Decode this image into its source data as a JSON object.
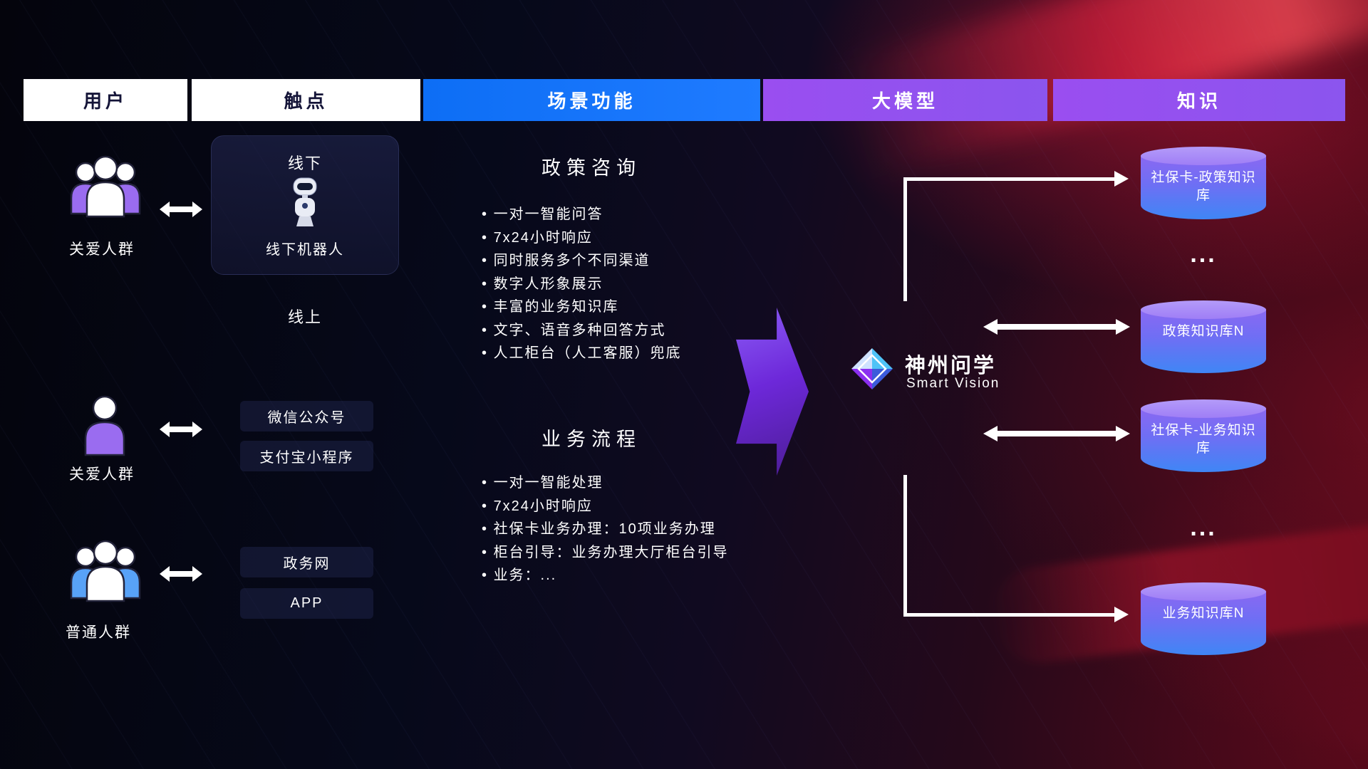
{
  "header": {
    "columns": [
      {
        "label": "用户"
      },
      {
        "label": "触点"
      },
      {
        "label": "场景功能"
      },
      {
        "label": "大模型"
      },
      {
        "label": "知识"
      }
    ]
  },
  "users": [
    {
      "label": "关爱人群"
    },
    {
      "label": "关爱人群"
    },
    {
      "label": "普通人群"
    }
  ],
  "touchpoints": {
    "offline_title": "线下",
    "robot_label": "线下机器人",
    "online_title": "线上",
    "items": [
      "微信公众号",
      "支付宝小程序",
      "政务网",
      "APP"
    ]
  },
  "scenarios": [
    {
      "title": "政策咨询",
      "items": [
        "一对一智能问答",
        "7x24小时响应",
        "同时服务多个不同渠道",
        "数字人形象展示",
        "丰富的业务知识库",
        "文字、语音多种回答方式",
        "人工柜台（人工客服）兜底"
      ]
    },
    {
      "title": "业务流程",
      "items": [
        "一对一智能处理",
        "7x24小时响应",
        "社保卡业务办理：10项业务办理",
        "柜台引导：业务办理大厅柜台引导",
        "业务：..."
      ]
    }
  ],
  "model": {
    "name": "神州问学",
    "subtitle": "Smart Vision"
  },
  "knowledge": {
    "ellipsis": "...",
    "cylinders": [
      {
        "label": "社保卡-政策知识库"
      },
      {
        "label": "政策知识库N"
      },
      {
        "label": "社保卡-业务知识库"
      },
      {
        "label": "业务知识库N"
      }
    ]
  },
  "colors": {
    "header_blue": "#1677f0",
    "header_purple": "#9747e8",
    "flow_arrow_purple": "#6d28d9",
    "cylinder_top": "#a88cf8",
    "cylinder_bottom": "#3f86f5",
    "user_purple": "#9a6cf0",
    "user_blue": "#58a2f7"
  }
}
